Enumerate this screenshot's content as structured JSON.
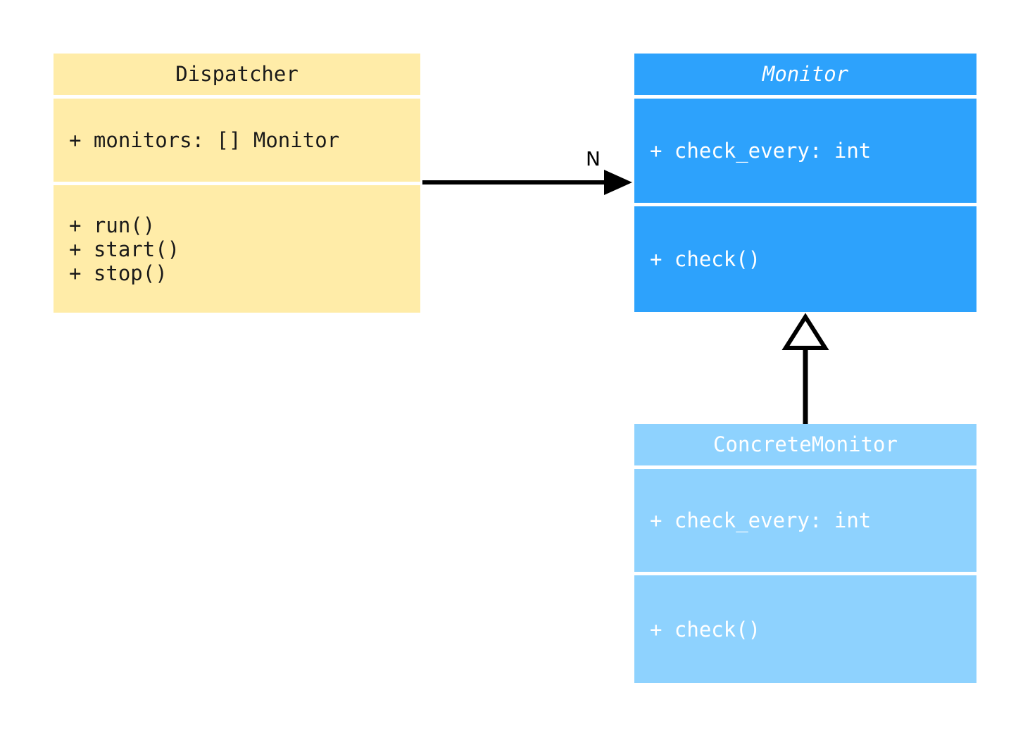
{
  "diagram": {
    "type": "uml-class-diagram",
    "background_color": "#ffffff"
  },
  "classes": [
    {
      "id": "dispatcher",
      "name": "Dispatcher",
      "abstract": false,
      "fill_color": "#ffeca8",
      "text_color": "#1a1a1a",
      "attributes": [
        "+ monitors: [] Monitor"
      ],
      "methods": [
        "+ run()",
        "+ start()",
        "+ stop()"
      ]
    },
    {
      "id": "monitor",
      "name": "Monitor",
      "abstract": true,
      "fill_color": "#2da2fc",
      "text_color": "#ffffff",
      "attributes": [
        "+ check_every: int"
      ],
      "methods": [
        "+ check()"
      ]
    },
    {
      "id": "concretemonitor",
      "name": "ConcreteMonitor",
      "abstract": false,
      "fill_color": "#8ed2fe",
      "text_color": "#ffffff",
      "attributes": [
        "+ check_every: int"
      ],
      "methods": [
        "+ check()"
      ]
    }
  ],
  "relationships": [
    {
      "id": "dispatcher-to-monitor",
      "kind": "association",
      "from": "Dispatcher",
      "to": "Monitor",
      "multiplicity_label": "N",
      "line_color": "#000000",
      "arrowhead": "filled"
    },
    {
      "id": "concretemonitor-to-monitor",
      "kind": "generalization",
      "from": "ConcreteMonitor",
      "to": "Monitor",
      "multiplicity_label": "",
      "line_color": "#000000",
      "arrowhead": "hollow-triangle"
    }
  ]
}
